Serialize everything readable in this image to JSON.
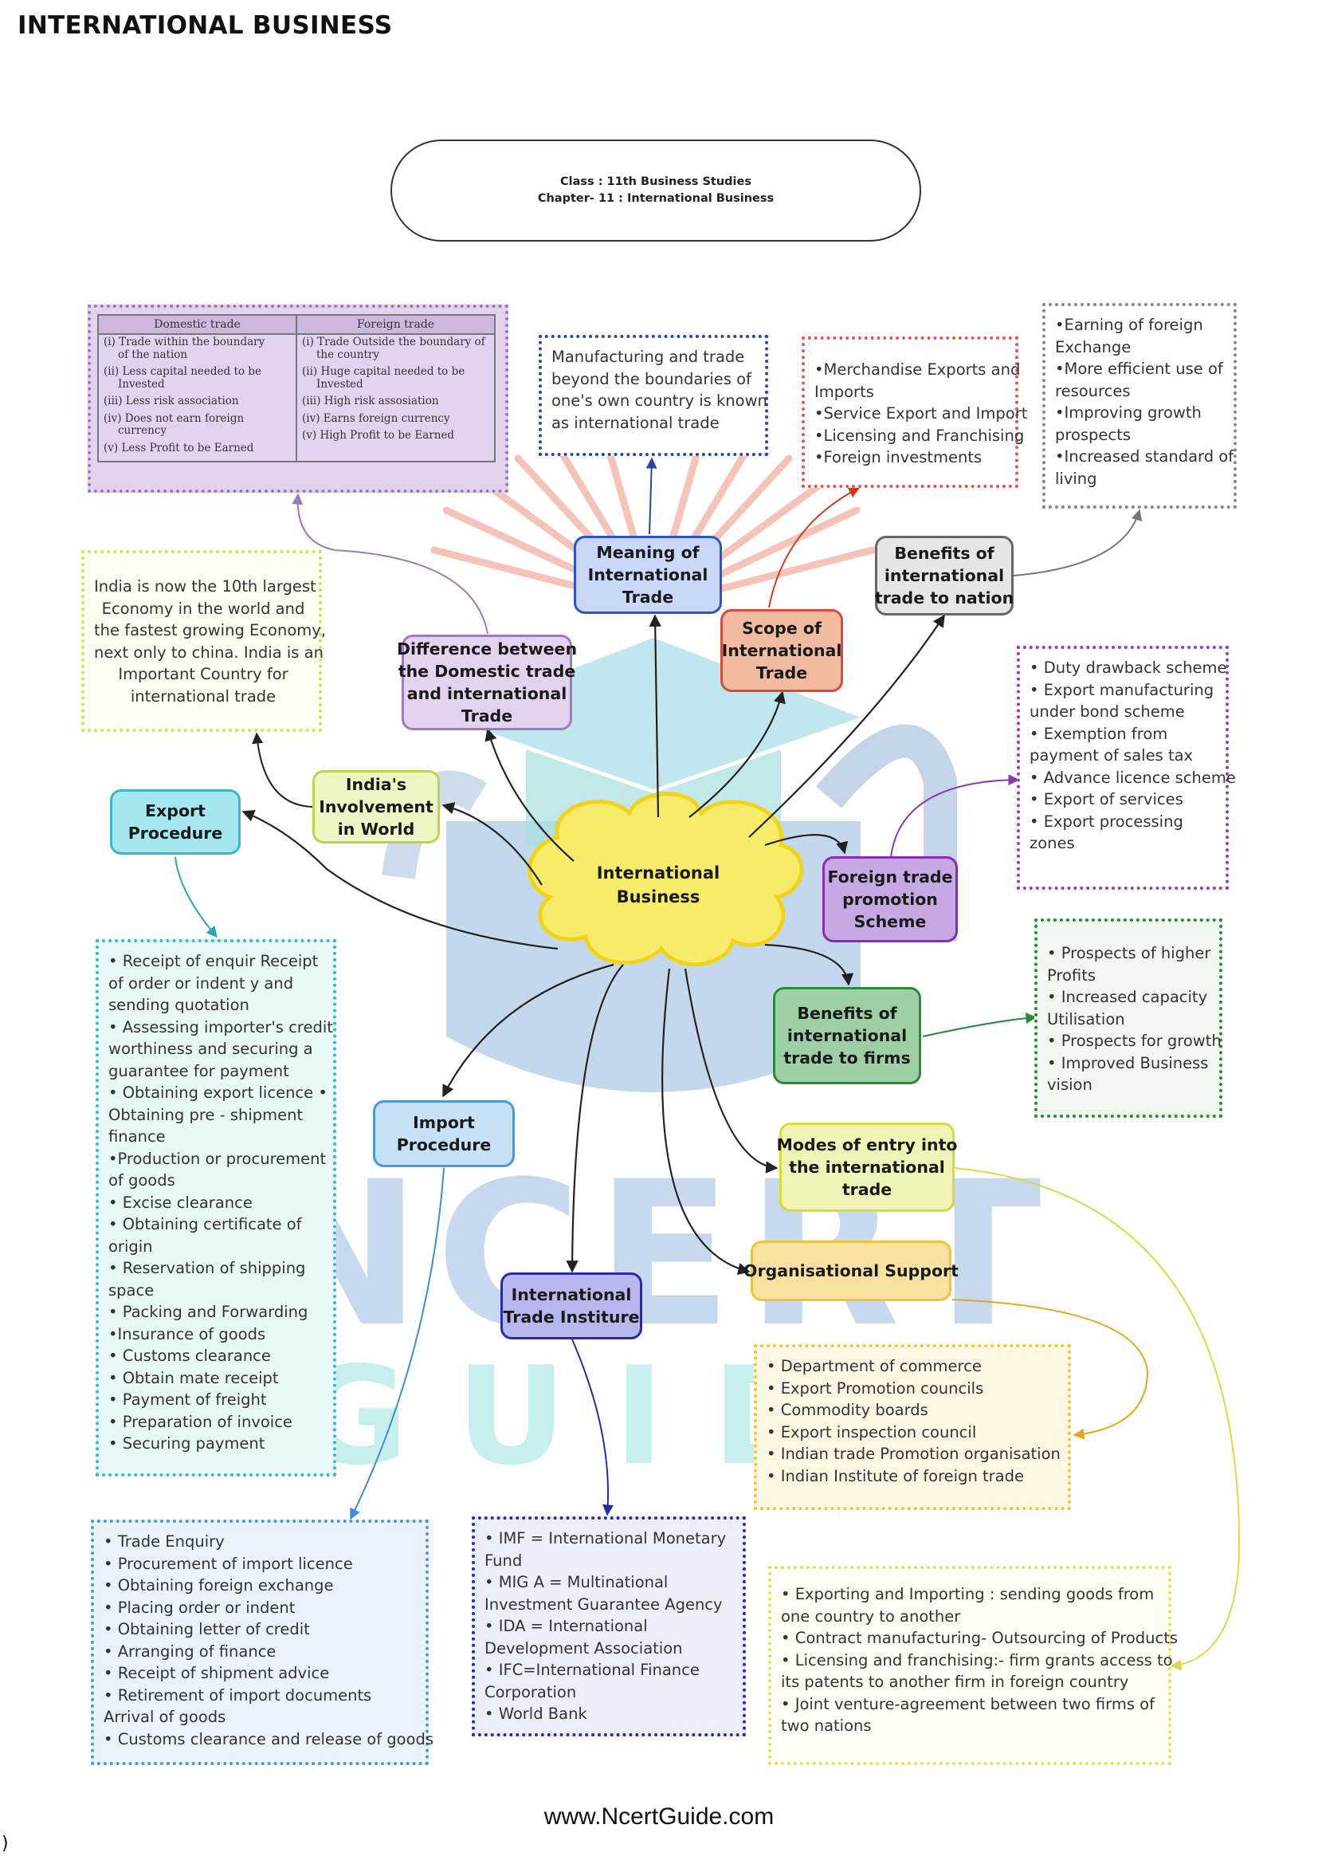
{
  "page": {
    "title": "INTERNATIONAL BUSINESS",
    "footer_url": "www.NcertGuide.com",
    "stray_mark": ")"
  },
  "header_pill": {
    "line1": "Class : 11th Business Studies",
    "line2": "Chapter- 11 : International Business"
  },
  "watermark": {
    "word1": "NCERT",
    "word2": "GUIDE"
  },
  "center_node": {
    "lines": [
      "International",
      "Business"
    ]
  },
  "nodes": {
    "meaning": [
      "Meaning of",
      "International",
      "Trade"
    ],
    "scope": [
      "Scope of",
      "International",
      "Trade"
    ],
    "benefits_nation": [
      "Benefits of",
      "international",
      "trade to nation"
    ],
    "difference": [
      "Difference between",
      "the Domestic trade",
      "and international",
      "Trade"
    ],
    "india": [
      "India's",
      "Involvement",
      "in World"
    ],
    "export": [
      "Export",
      "Procedure"
    ],
    "ftps": [
      "Foreign trade",
      "promotion",
      "Scheme"
    ],
    "benefits_firms": [
      "Benefits of",
      "international",
      "trade to firms"
    ],
    "import": [
      "Import",
      "Procedure"
    ],
    "modes": [
      "Modes of entry into",
      "the international",
      "trade"
    ],
    "org_support": [
      "Organisational Support"
    ],
    "iti": [
      "International",
      "Trade Institure"
    ]
  },
  "comparison_table": {
    "headers": [
      "Domestic trade",
      "Foreign trade"
    ],
    "domestic": [
      {
        "num": "(i)",
        "text": [
          "Trade within the boundary",
          "of the nation"
        ]
      },
      {
        "num": "(ii)",
        "text": [
          "Less capital needed to be",
          "Invested"
        ]
      },
      {
        "num": "(iii)",
        "text": [
          "Less risk association"
        ]
      },
      {
        "num": "(iv)",
        "text": [
          "Does not earn foreign",
          "currency"
        ]
      },
      {
        "num": "(v)",
        "text": [
          "Less Profit to be Earned"
        ]
      }
    ],
    "foreign": [
      {
        "num": "(i)",
        "text": [
          "Trade Outside the boundary of",
          "the country"
        ]
      },
      {
        "num": "(ii)",
        "text": [
          "Huge capital needed to be",
          "Invested"
        ]
      },
      {
        "num": "(iii)",
        "text": [
          "High risk assosiation"
        ]
      },
      {
        "num": "(iv)",
        "text": [
          "Earns foreign currency"
        ]
      },
      {
        "num": "(v)",
        "text": [
          "High Profit to be Earned"
        ]
      }
    ]
  },
  "info_boxes": {
    "meaning": [
      "Manufacturing and trade",
      "beyond the boundaries of",
      "one's own country is known",
      "as international trade"
    ],
    "scope": [
      "•Merchandise Exports and",
      "Imports",
      "•Service Export and Import",
      "•Licensing and Franchising",
      "•Foreign investments"
    ],
    "benefits_nation": [
      "•Earning of foreign",
      "Exchange",
      "•More efficient use of",
      "resources",
      "•Improving growth",
      "prospects",
      "•Increased standard of",
      "living"
    ],
    "india": [
      "India is now the 10th largest",
      "Economy in the world and",
      "the fastest growing Economy,",
      "next only to china. India is an",
      "Important Country for",
      "international trade"
    ],
    "ftps": [
      "• Duty drawback scheme",
      "• Export manufacturing",
      "under bond scheme",
      "• Exemption from",
      "payment of sales tax",
      "• Advance licence scheme",
      "• Export of services",
      "• Export processing",
      "zones"
    ],
    "benefits_firms": [
      "• Prospects of higher",
      "Profits",
      "• Increased capacity",
      "Utilisation",
      "• Prospects for growth",
      "• Improved Business",
      "vision"
    ],
    "export": [
      "• Receipt of enquir Receipt",
      "of order or indent y and",
      "sending quotation",
      "• Assessing importer's credit",
      "worthiness and securing a",
      "guarantee for payment",
      "• Obtaining export licence •",
      "Obtaining pre - shipment",
      "finance",
      "•Production or procurement",
      "of goods",
      "• Excise clearance",
      "• Obtaining certificate of",
      "origin",
      "• Reservation of shipping",
      "space",
      "• Packing and Forwarding",
      "•Insurance of goods",
      "• Customs clearance",
      "• Obtain mate receipt",
      "• Payment of freight",
      "• Preparation of invoice",
      "• Securing payment"
    ],
    "org_support": [
      "• Department of commerce",
      "• Export Promotion councils",
      "• Commodity boards",
      "• Export inspection council",
      "• Indian trade Promotion organisation",
      "• Indian Institute of foreign trade"
    ],
    "import": [
      "• Trade Enquiry",
      "• Procurement of import licence",
      "• Obtaining foreign exchange",
      "• Placing order or indent",
      "• Obtaining letter of credit",
      "• Arranging of finance",
      "• Receipt of shipment advice",
      "• Retirement of import documents",
      "Arrival of goods",
      "• Customs clearance and release of goods"
    ],
    "iti": [
      "• IMF = International Monetary",
      "Fund",
      "• MIG A = Multinational",
      "Investment Guarantee Agency",
      "• IDA = International",
      "Development Association",
      "• IFC=International Finance",
      "Corporation",
      "• World Bank"
    ],
    "modes": [
      "• Exporting and Importing : sending goods from",
      "one country to another",
      "• Contract manufacturing- Outsourcing of Products",
      "• Licensing and franchising:- firm grants access to",
      "its patents to another firm in foreign country",
      "• Joint venture-agreement between two firms of",
      "two nations"
    ]
  }
}
